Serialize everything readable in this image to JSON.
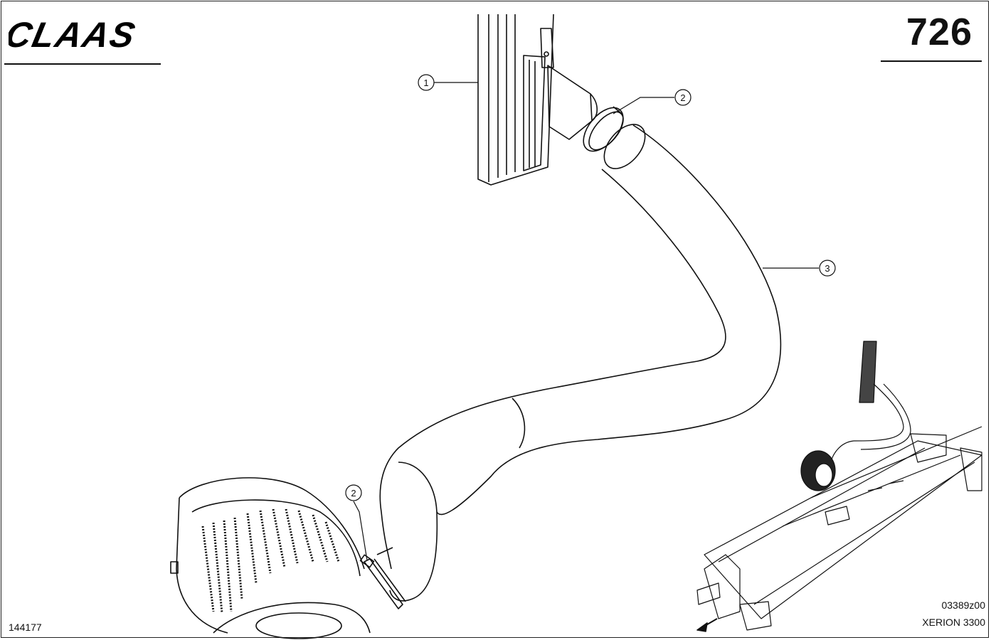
{
  "header": {
    "brand": "CLAAS",
    "page_number": "726"
  },
  "callouts": [
    {
      "number": "1"
    },
    {
      "number": "2"
    },
    {
      "number": "3"
    },
    {
      "number": "2"
    }
  ],
  "footer": {
    "left_code": "144177",
    "drawing_code": "03389z00",
    "model": "XERION 3300"
  }
}
